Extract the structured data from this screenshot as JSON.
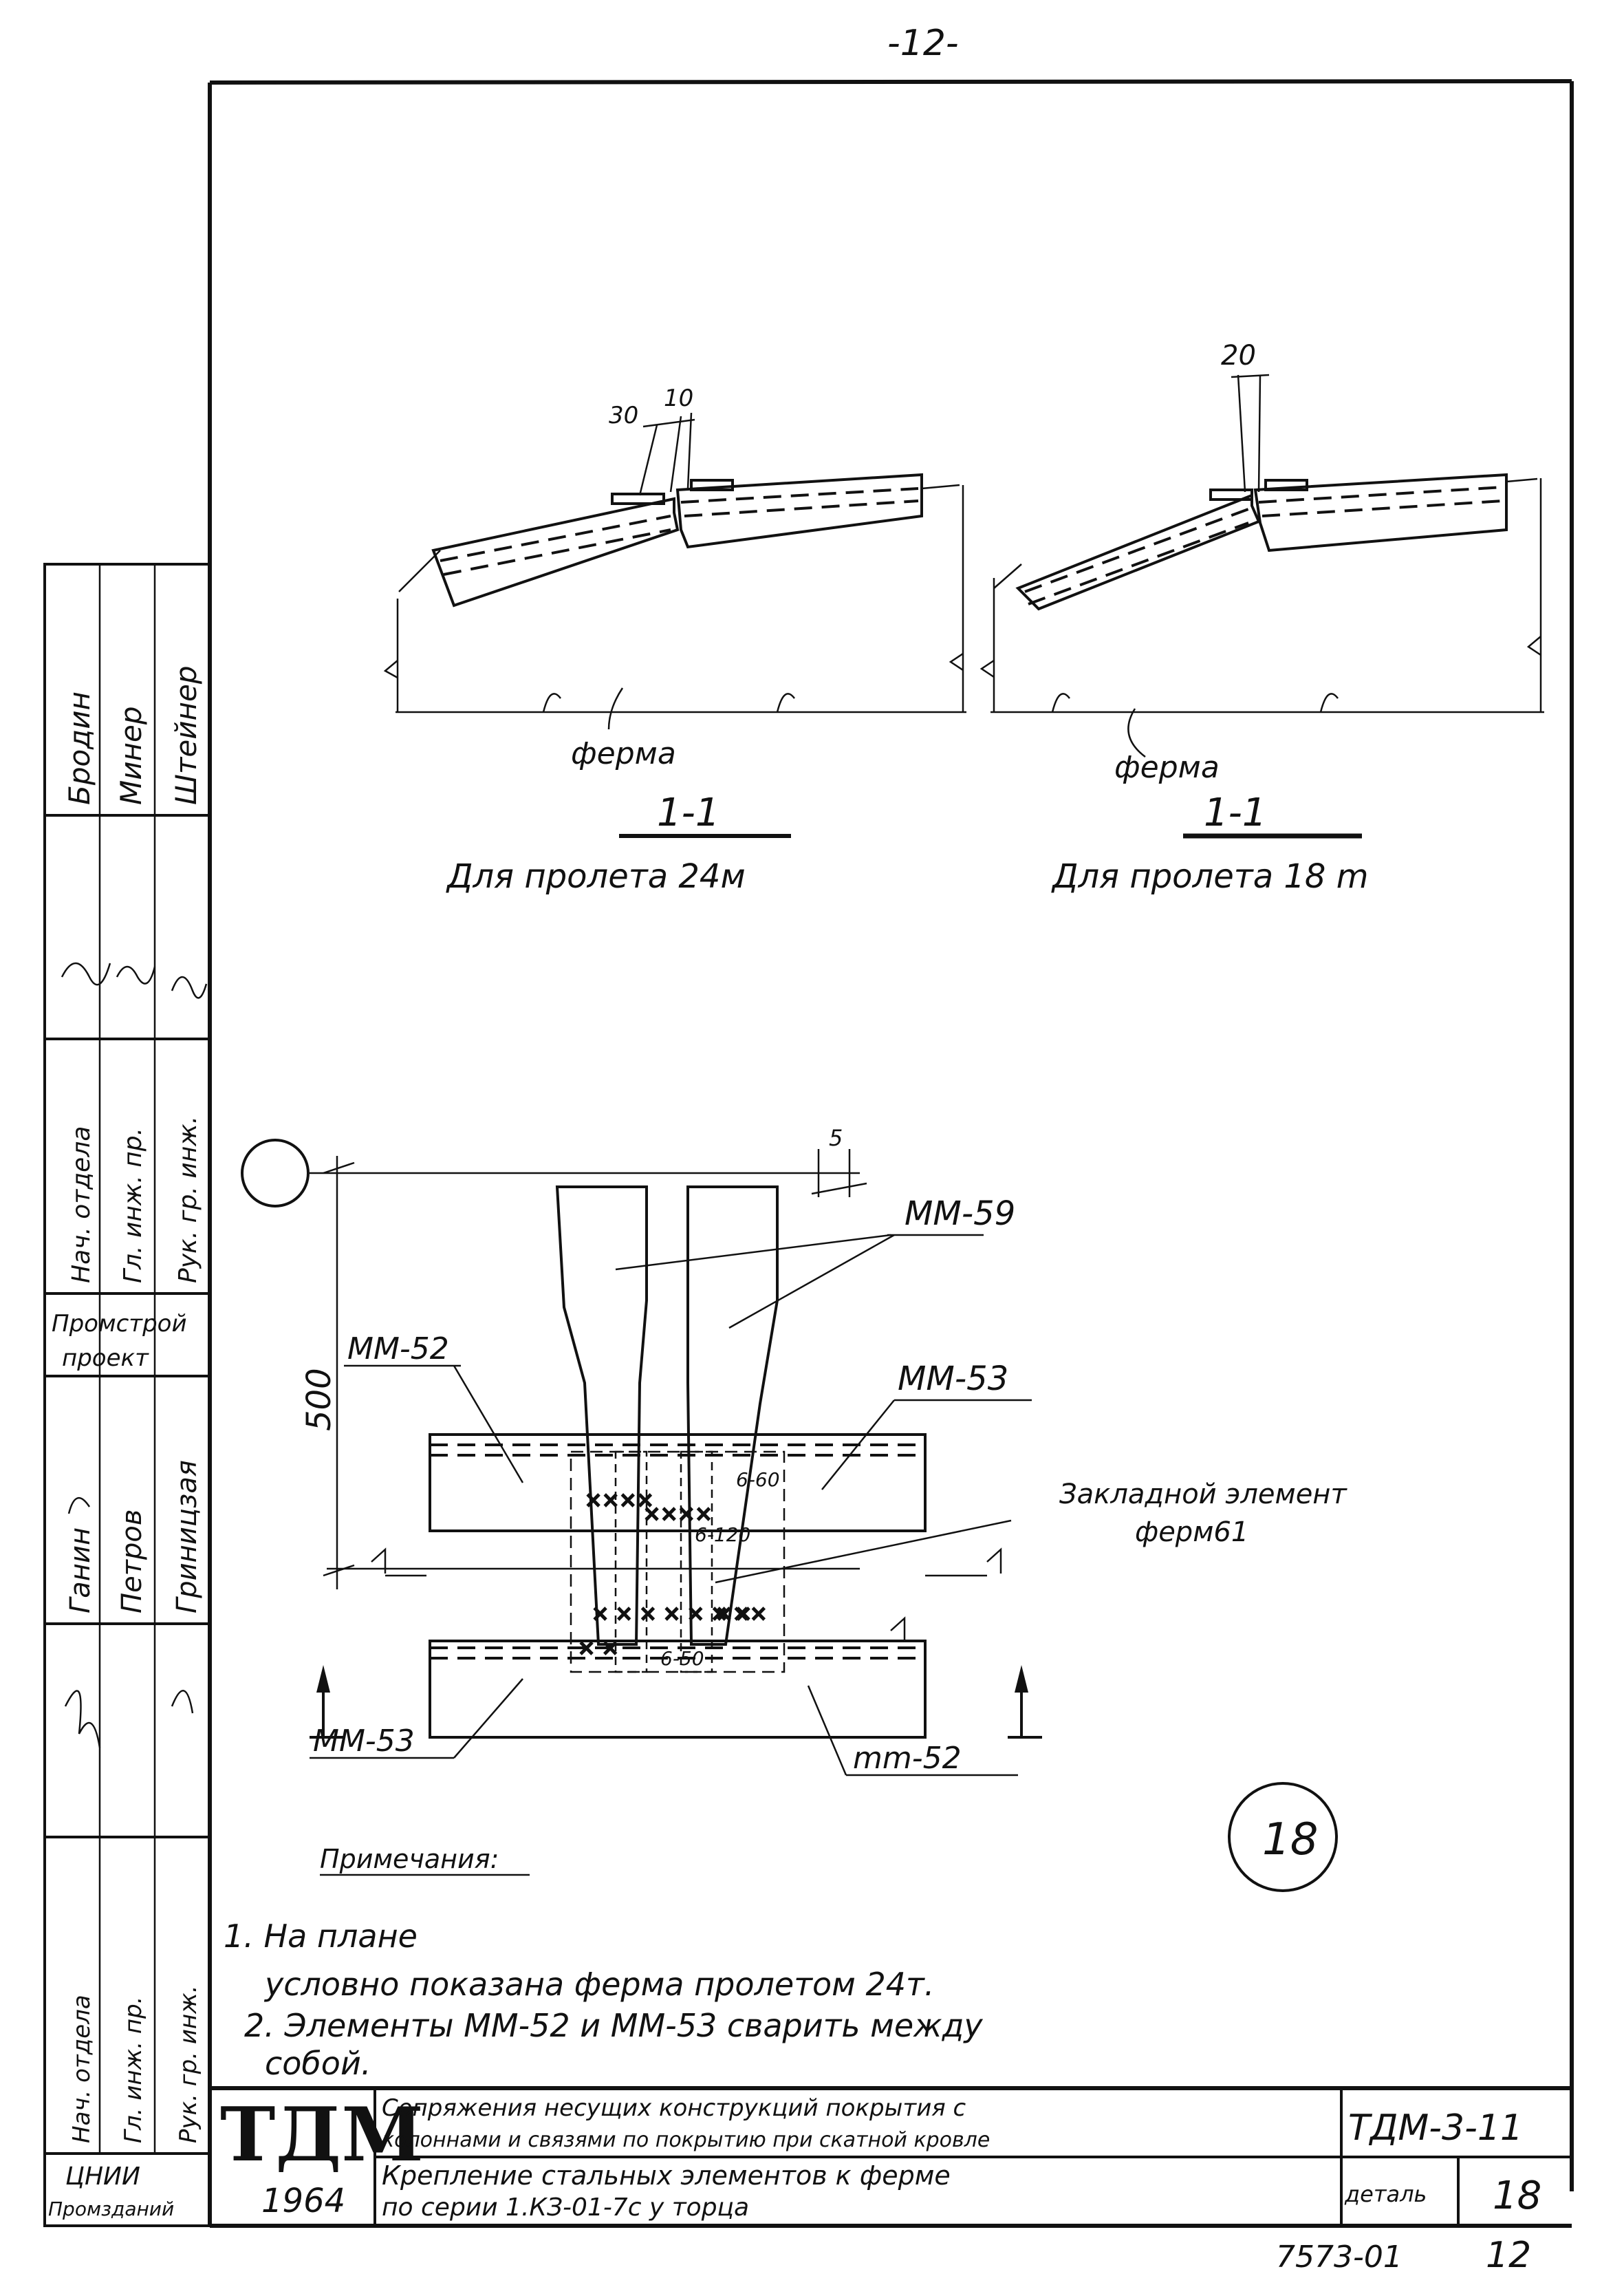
{
  "page_number_top": "-12-",
  "section_24": {
    "dim_30": "30",
    "dim_10": "10",
    "truss_label": "ферма",
    "section_mark": "1-1",
    "caption": "Для пролета 24м"
  },
  "section_18": {
    "dim_20": "20",
    "truss_label": "ферма",
    "section_mark": "1-1",
    "caption": "Для пролета 18 m"
  },
  "plan": {
    "dim_500": "500",
    "dim_5": "5",
    "mm59": "ММ-59",
    "mm52_top": "ММ-52",
    "mm53_right": "ММ-53",
    "mm53_bottom": "ММ-53",
    "mm52_bottom": "mm-52",
    "embedded_1": "Закладной элемент",
    "embedded_2": "ферм61",
    "weld_6_60": "6-60",
    "weld_6_120": "6-120",
    "weld_6_50": "6-50",
    "detail_number": "18"
  },
  "notes": {
    "title": "Примечания:",
    "note1_a": "1. На плане",
    "note1_b": "условно показана ферма пролетом 24т.",
    "note2_a": "2. Элементы ММ-52 и ММ-53 сварить между",
    "note2_b": "собой."
  },
  "title_block": {
    "logo": "ТДМ",
    "year": "1964",
    "title_line1": "Сопряжения несущих конструкций покрытия с",
    "title_line2": "колоннами и связями по покрытию при скатной кровле",
    "code": "ТДМ-3-11",
    "subtitle_line1": "Крепление стальных элементов к ферме",
    "subtitle_line2": "по серии 1.КЗ-01-7с у торца",
    "detail_label": "деталь",
    "detail_value": "18"
  },
  "side_stamp": {
    "col1": [
      "Бродин",
      "Минер",
      "Штейнер"
    ],
    "col2": [
      "Нач. отдела",
      "Гл. инж. пр.",
      "Рук. гр. инж."
    ],
    "org": [
      "Промстрой",
      "проект"
    ],
    "col3": [
      "Ганин",
      "Петров",
      "Гриницзая"
    ],
    "col4": [
      "Нач. отдела",
      "Гл. инж. пр.",
      "Рук. гр. инж."
    ],
    "bottom": [
      "ЦНИИ",
      "Промзданий"
    ]
  },
  "bottom_codes": {
    "sheet_code": "7573-01",
    "sheet_number": "12"
  }
}
